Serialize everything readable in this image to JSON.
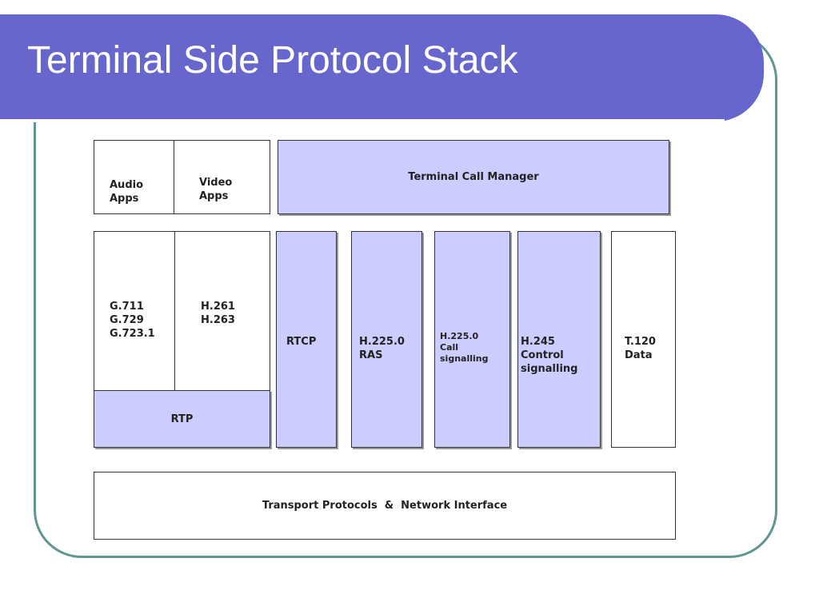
{
  "slide": {
    "title": "Terminal Side Protocol Stack"
  },
  "diagram": {
    "audio_apps": "Audio\nApps",
    "video_apps": "Video\nApps",
    "terminal_call_manager": "Terminal Call Manager",
    "audio_codecs": "G.711\nG.729\nG.723.1",
    "video_codecs": "H.261\nH.263",
    "rtp": "RTP",
    "rtcp": "RTCP",
    "h225_ras": "H.225.0\nRAS",
    "h225_call": "H.225.0\nCall\nsignalling",
    "h245": "H.245\nControl\nsignalling",
    "t120": "T.120\nData",
    "transport": "Transport Protocols  &  Network Interface"
  },
  "colors": {
    "title_bar": "#6666cc",
    "frame": "#5f9690",
    "block_fill": "#ccccff"
  }
}
